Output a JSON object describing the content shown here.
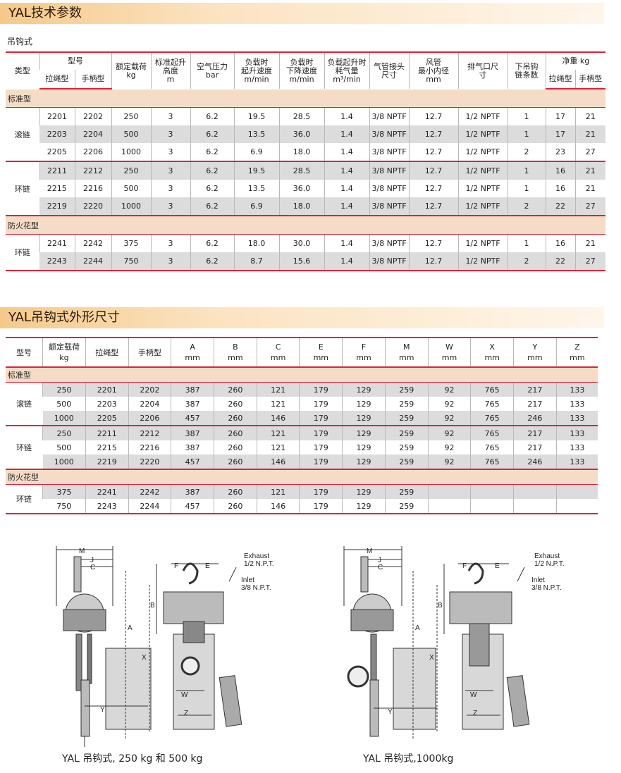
{
  "section1": {
    "title": "YAL技术参数",
    "subtitle": "吊钩式"
  },
  "t1": {
    "h": {
      "type": "类型",
      "model": "型号",
      "rope": "拉绳型",
      "handle": "手柄型",
      "load": "额定载荷",
      "load_u": "kg",
      "lift": "标准起升",
      "lift2": "高度",
      "lift_u": "m",
      "air": "空气压力",
      "air_u": "bar",
      "up": "负载时",
      "up2": "起升速度",
      "up_u": "m/min",
      "down": "负载时",
      "down2": "下降速度",
      "down_u": "m/min",
      "cons": "负载起升时",
      "cons2": "耗气量",
      "cons_u": "m³/min",
      "inlet": "气管接头",
      "inlet2": "尺寸",
      "hose": "风管",
      "hose2": "最小内径",
      "hose_u": "mm",
      "exh": "排气口尺",
      "exh2": "寸",
      "chains": "下吊钩",
      "chains2": "链条数",
      "weight": "净重 kg",
      "w_rope": "拉绳型",
      "w_handle": "手柄型"
    },
    "cat_std": "标准型",
    "cat_spark": "防火花型",
    "grp_roller": "滚链",
    "grp_link": "环链",
    "grp_spark": "环链",
    "rows_roller": [
      [
        "2201",
        "2202",
        "250",
        "3",
        "6.2",
        "19.5",
        "28.5",
        "1.4",
        "3/8 NPTF",
        "12.7",
        "1/2 NPTF",
        "1",
        "17",
        "21"
      ],
      [
        "2203",
        "2204",
        "500",
        "3",
        "6.2",
        "13.5",
        "36.0",
        "1.4",
        "3/8 NPTF",
        "12.7",
        "1/2 NPTF",
        "1",
        "17",
        "21"
      ],
      [
        "2205",
        "2206",
        "1000",
        "3",
        "6.2",
        "6.9",
        "18.0",
        "1.4",
        "3/8 NPTF",
        "12.7",
        "1/2 NPTF",
        "2",
        "23",
        "27"
      ]
    ],
    "rows_link": [
      [
        "2211",
        "2212",
        "250",
        "3",
        "6.2",
        "19.5",
        "28.5",
        "1.4",
        "3/8 NPTF",
        "12.7",
        "1/2 NPTF",
        "1",
        "16",
        "21"
      ],
      [
        "2215",
        "2216",
        "500",
        "3",
        "6.2",
        "13.5",
        "36.0",
        "1.4",
        "3/8 NPTF",
        "12.7",
        "1/2 NPTF",
        "1",
        "16",
        "21"
      ],
      [
        "2219",
        "2220",
        "1000",
        "3",
        "6.2",
        "6.9",
        "18.0",
        "1.4",
        "3/8 NPTF",
        "12.7",
        "1/2 NPTF",
        "2",
        "22",
        "27"
      ]
    ],
    "rows_spark": [
      [
        "2241",
        "2242",
        "375",
        "3",
        "6.2",
        "18.0",
        "30.0",
        "1.4",
        "3/8 NPTF",
        "12.7",
        "1/2 NPTF",
        "1",
        "16",
        "21"
      ],
      [
        "2243",
        "2244",
        "750",
        "3",
        "6.2",
        "8.7",
        "15.6",
        "1.4",
        "3/8 NPTF",
        "12.7",
        "1/2 NPTF",
        "2",
        "22",
        "27"
      ]
    ]
  },
  "section2": {
    "title": "YAL吊钩式外形尺寸"
  },
  "t2": {
    "h": {
      "model": "型号",
      "load": "额定载荷",
      "load_u": "kg",
      "rope": "拉绳型",
      "handle": "手柄型",
      "A": "A",
      "B": "B",
      "C": "C",
      "E": "E",
      "F": "F",
      "M": "M",
      "W": "W",
      "X": "X",
      "Y": "Y",
      "Z": "Z",
      "mm": "mm"
    },
    "cat_std": "标准型",
    "cat_spark": "防火花型",
    "grp_roller": "滚链",
    "grp_link": "环链",
    "grp_spark": "环链",
    "rows_roller": [
      [
        "250",
        "2201",
        "2202",
        "387",
        "260",
        "121",
        "179",
        "129",
        "259",
        "92",
        "765",
        "217",
        "133"
      ],
      [
        "500",
        "2203",
        "2204",
        "387",
        "260",
        "121",
        "179",
        "129",
        "259",
        "92",
        "765",
        "217",
        "133"
      ],
      [
        "1000",
        "2205",
        "2206",
        "457",
        "260",
        "146",
        "179",
        "129",
        "259",
        "92",
        "765",
        "246",
        "133"
      ]
    ],
    "rows_link": [
      [
        "250",
        "2211",
        "2212",
        "387",
        "260",
        "121",
        "179",
        "129",
        "259",
        "92",
        "765",
        "217",
        "133"
      ],
      [
        "500",
        "2215",
        "2216",
        "387",
        "260",
        "121",
        "179",
        "129",
        "259",
        "92",
        "765",
        "217",
        "133"
      ],
      [
        "1000",
        "2219",
        "2220",
        "457",
        "260",
        "146",
        "179",
        "129",
        "259",
        "92",
        "765",
        "246",
        "133"
      ]
    ],
    "rows_spark": [
      [
        "375",
        "2241",
        "2242",
        "387",
        "260",
        "121",
        "179",
        "129",
        "259",
        "",
        "",
        "",
        ""
      ],
      [
        "750",
        "2243",
        "2244",
        "457",
        "260",
        "146",
        "179",
        "129",
        "259",
        "",
        "",
        "",
        ""
      ]
    ]
  },
  "drawing": {
    "labels": {
      "M": "M",
      "J": "J",
      "C": "C",
      "F": "F",
      "E": "E",
      "B": "B",
      "A": "A",
      "X": "X",
      "W": "W",
      "Z": "Z",
      "Y": "Y",
      "exhaust": "Exhaust",
      "exhaust_size": "1/2 N.P.T.",
      "inlet": "Inlet",
      "inlet_size": "3/8 N.P.T."
    },
    "caption_left": "YAL 吊钩式, 250 kg 和 500 kg",
    "caption_right": "YAL 吊钩式,1000kg"
  }
}
